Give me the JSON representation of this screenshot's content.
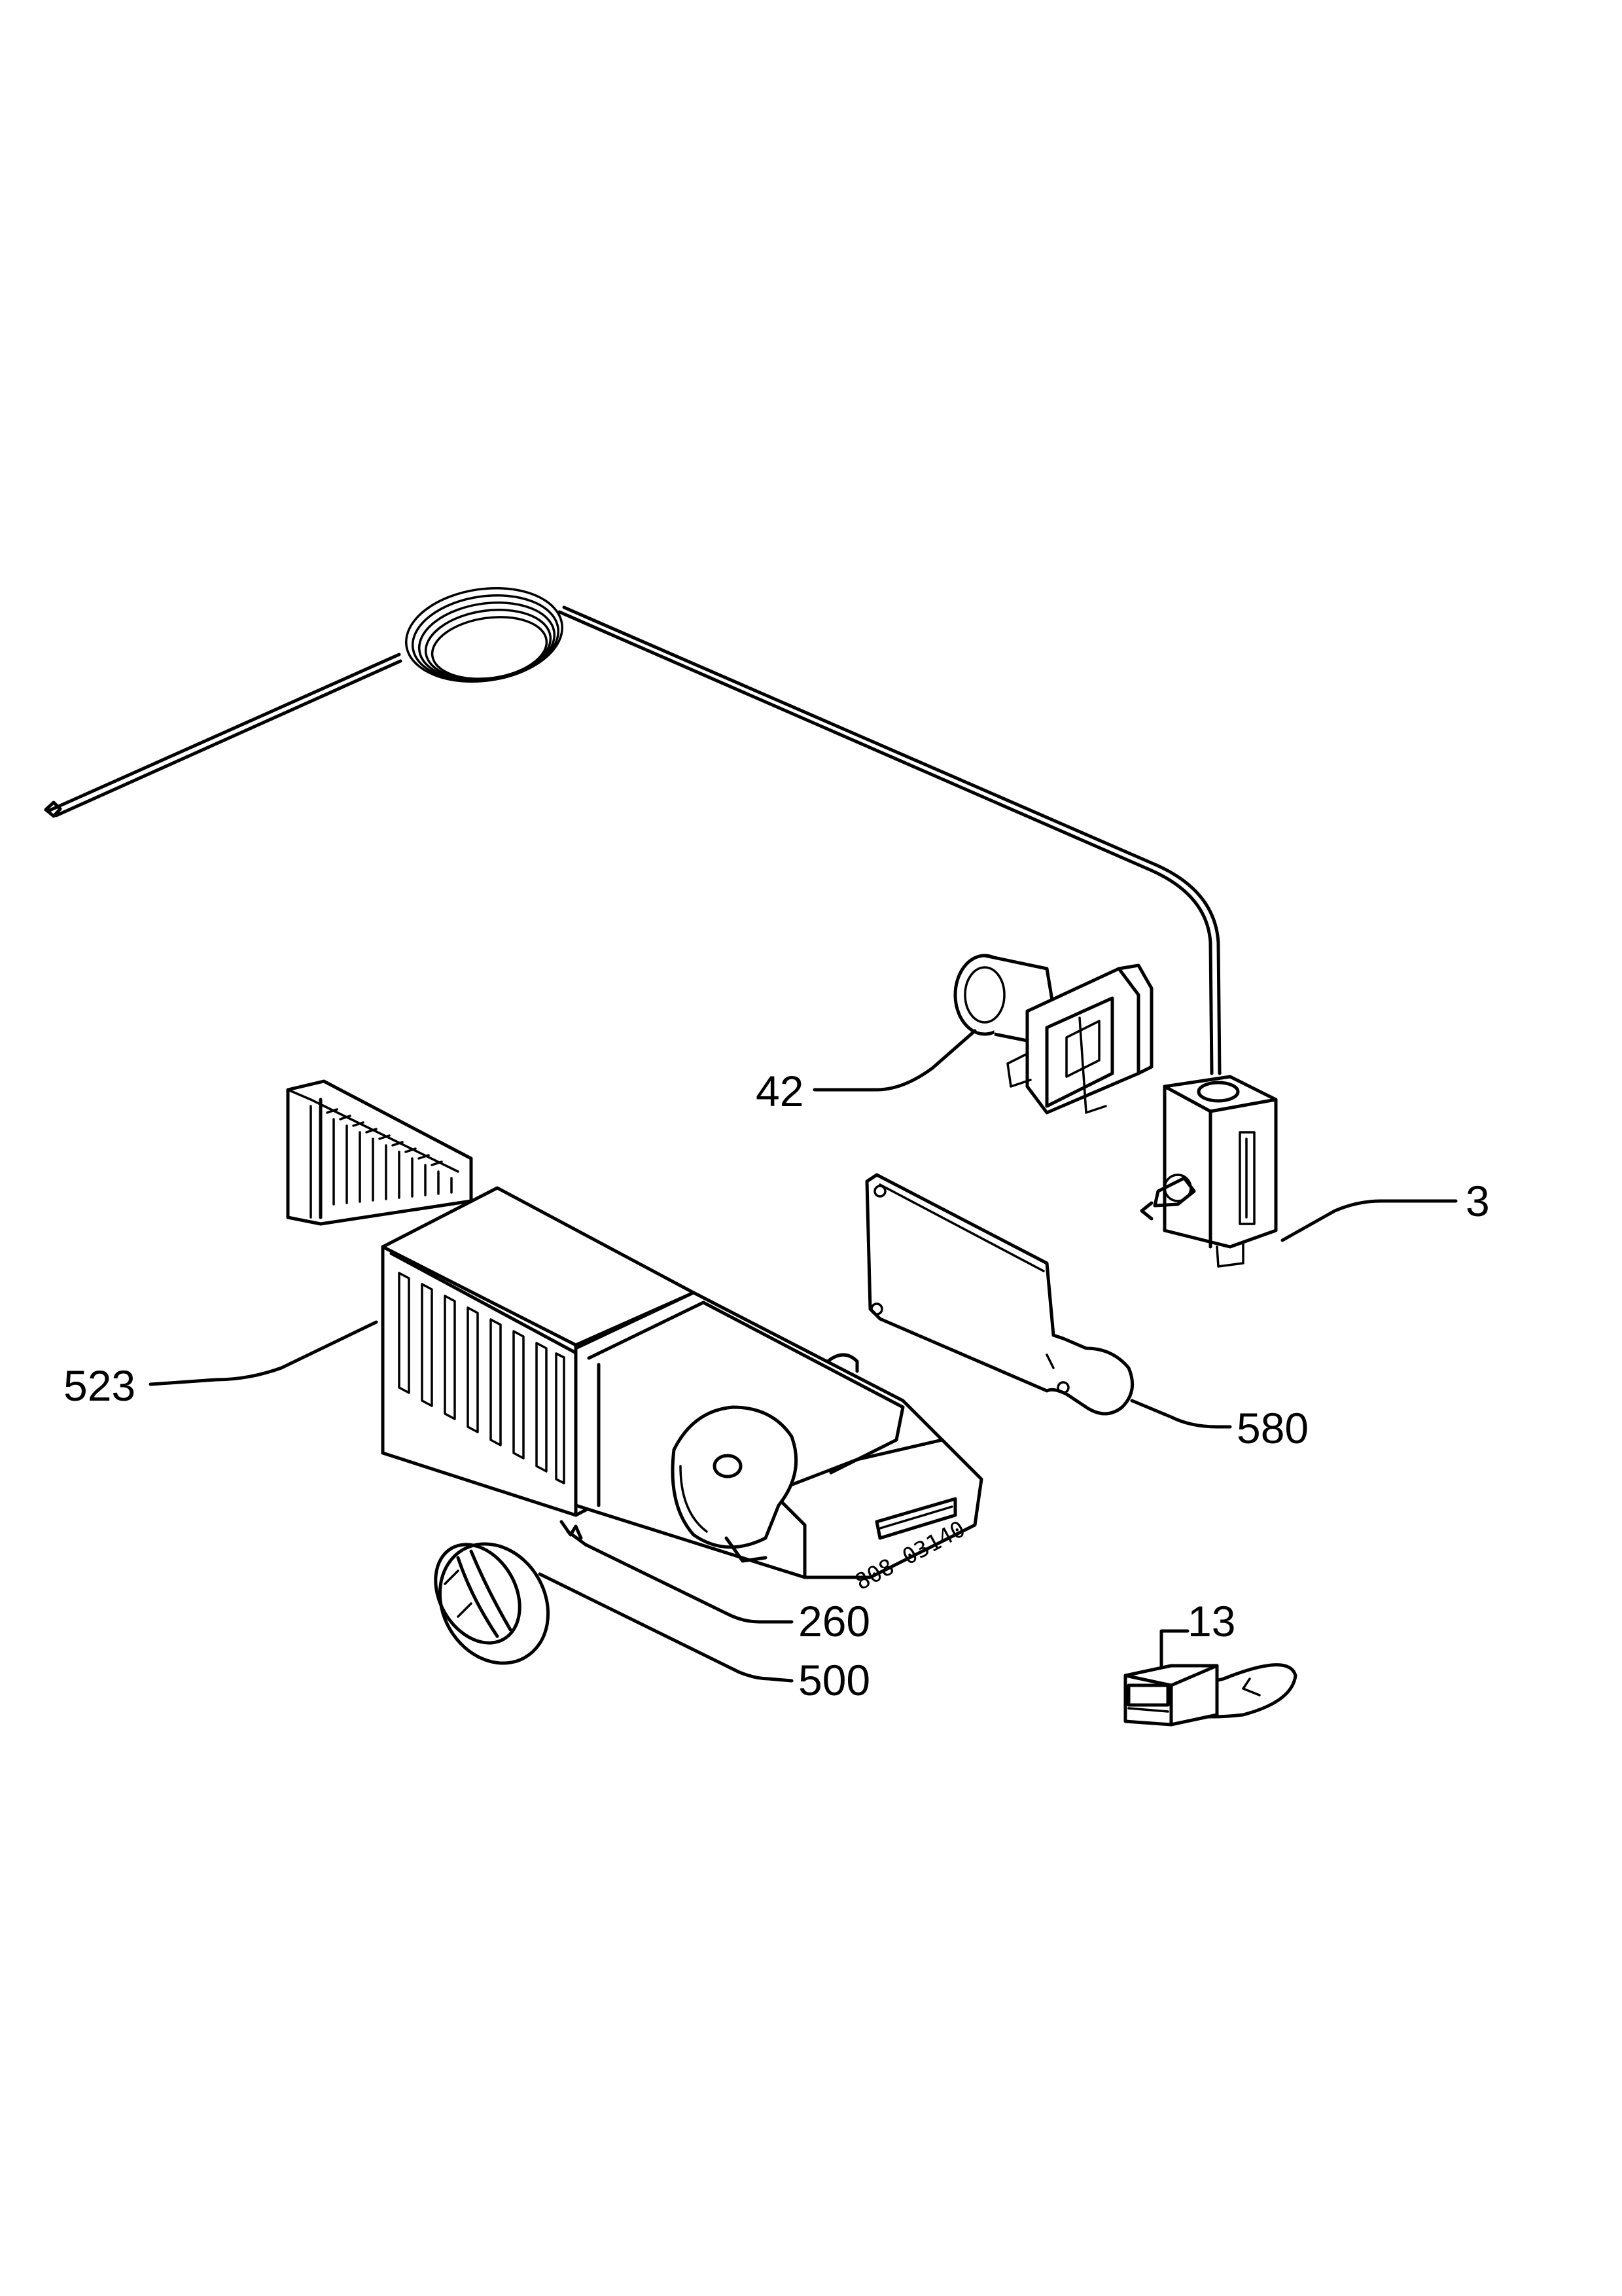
{
  "parts": [
    {
      "id": "thermostat",
      "label": "3"
    },
    {
      "id": "connector",
      "label": "13"
    },
    {
      "id": "lamp-holder",
      "label": "42"
    },
    {
      "id": "screw",
      "label": "260"
    },
    {
      "id": "knob",
      "label": "500"
    },
    {
      "id": "control-housing",
      "label": "523"
    },
    {
      "id": "cover-plate",
      "label": "580"
    }
  ],
  "drawing_code": "808-03140",
  "line_color": "#000000",
  "background_color": "#ffffff"
}
